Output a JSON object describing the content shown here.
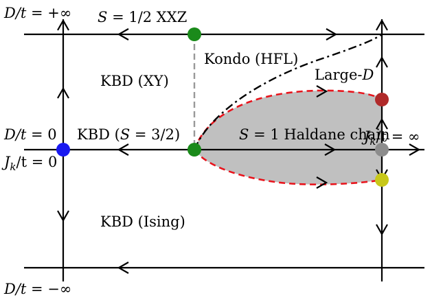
{
  "labels": {
    "d_pos_inf": {
      "var": "D/t",
      "rel": " = +∞"
    },
    "s_half_xxz": {
      "pre": "S",
      "rest": " = 1/2 XXZ"
    },
    "kondo": "Kondo (HFL)",
    "kbd_xy": "KBD (XY)",
    "large_d": {
      "pre": "Large-",
      "var": "D"
    },
    "d_zero": {
      "var": "D/t",
      "rel": " = 0"
    },
    "jk_zero": {
      "var": "J",
      "sub": "k",
      "rest": "/t = 0"
    },
    "kbd_s32": {
      "pre": "KBD (",
      "var": "S",
      "rest": " = 3/2)"
    },
    "haldane": {
      "var": "S",
      "rest": " = 1 Haldane chain"
    },
    "jk_inf": {
      "var": "J",
      "sub": "k",
      "rest": "/t = ∞"
    },
    "kbd_ising": "KBD (Ising)",
    "d_neg_inf": {
      "var": "D/t",
      "rel": " = −∞"
    }
  },
  "colors": {
    "haldane_fill": "#c0c0c0",
    "phase_boundary": "#e8141c",
    "kondo_boundary": "#000000",
    "vertical_dashed": "#999999",
    "point_blue": "#1919f0",
    "point_green": "#1a8a1a",
    "point_red": "#b02a2a",
    "point_gray": "#8c8c8c",
    "point_yellow": "#c8c81a"
  }
}
